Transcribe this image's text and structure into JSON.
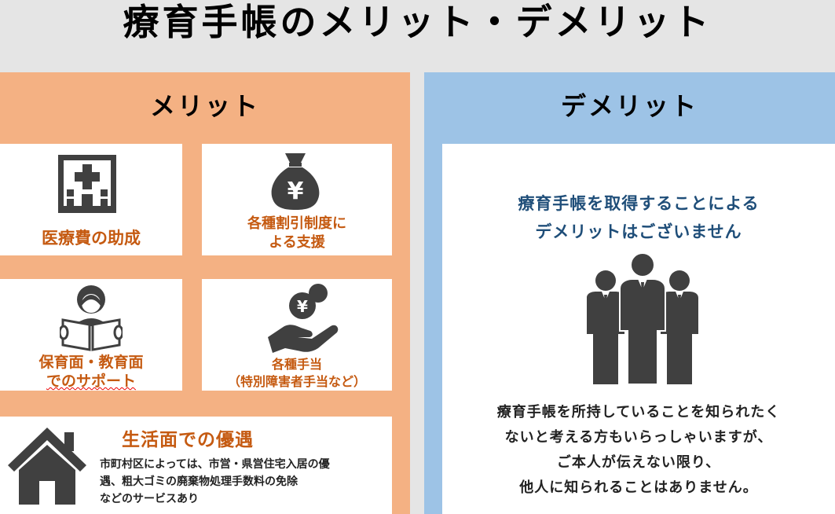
{
  "title": "療育手帳のメリット・デメリット",
  "merit": {
    "heading": "メリット",
    "cards": [
      {
        "icon": "hospital-icon",
        "label": "医療費の助成"
      },
      {
        "icon": "money-bag-icon",
        "label_lines": [
          "各種割引制度に",
          "よる支援"
        ]
      },
      {
        "icon": "reading-person-icon",
        "label_lines": [
          "保育面・教育面",
          "でのサポート"
        ]
      },
      {
        "icon": "hand-coin-icon",
        "label_lines": [
          "各種手当",
          "（特別障害者手当など）"
        ]
      }
    ],
    "life": {
      "icon": "house-icon",
      "title": "生活面での優遇",
      "desc_lines": [
        "市町村区によっては、市営・県営住宅入居の優",
        "遇、粗大ゴミの廃棄物処理手数料の免除",
        "などのサービスあり"
      ]
    }
  },
  "demerit": {
    "heading": "デメリット",
    "message_lines": [
      "療育手帳を取得することによる",
      "デメリットはございません"
    ],
    "icon": "business-people-icon",
    "note_lines": [
      "療育手帳を所持していることを知られたく",
      "ないと考える方もいらっしゃいますが、",
      "ご本人が伝えない限り、",
      "他人に知られることはありません。"
    ]
  },
  "colors": {
    "merit_bg": "#f4b183",
    "demerit_bg": "#9dc3e6",
    "accent_orange": "#c55a11",
    "accent_navy": "#1f4e79",
    "icon_gray": "#404040"
  }
}
